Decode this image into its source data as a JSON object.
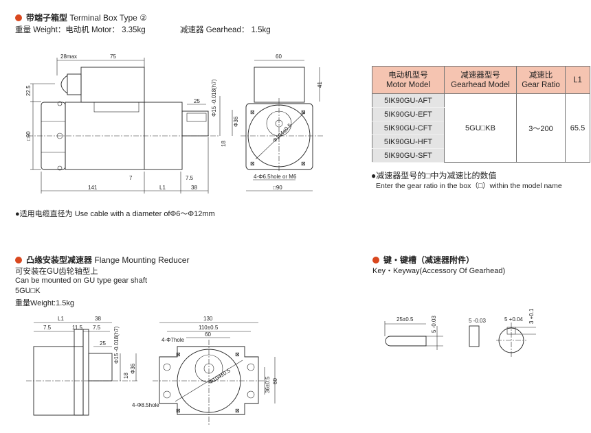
{
  "accent_color": "#d9481f",
  "header_color": "#f5c4b1",
  "section1": {
    "title_cn": "带端子箱型",
    "title_en": "Terminal Box Type ②",
    "weight_line": "重量 Weight：电动机 Motor： 3.35kg",
    "gearhead_weight": "减速器 Gearhead： 1.5kg",
    "cable_note": "●适用电缆直径为 Use cable with a diameter ofΦ6～Φ12mm",
    "dims": {
      "d28max": "28max",
      "d75": "75",
      "d22_5": "22.5",
      "d90sq": "□90",
      "d141": "141",
      "dL1": "L1",
      "d38": "38",
      "d7": "7",
      "d7_5": "7.5",
      "d25": "25",
      "dphi15": "Φ15 -0.018(h7)",
      "dphi36": "Φ36",
      "d18": "18",
      "d60": "60",
      "d41": "41",
      "dphi104": "Φ104±0.5",
      "holes": "4-Φ6.5hole or M6",
      "d90sq_front": "□90"
    }
  },
  "table": {
    "headers": [
      {
        "cn": "电动机型号",
        "en": "Motor Model"
      },
      {
        "cn": "减速器型号",
        "en": "Gearhead Model"
      },
      {
        "cn": "减速比",
        "en": "Gear Ratio"
      },
      {
        "cn": "",
        "en": "L1"
      }
    ],
    "motor_models": [
      "5IK90GU-AFT",
      "5IK90GU-EFT",
      "5IK90GU-CFT",
      "5IK90GU-HFT",
      "5IK90GU-SFT"
    ],
    "gearhead_model": "5GU□KB",
    "gear_ratio": "3～200",
    "l1": "65.5",
    "note_cn": "●减速器型号的□中为减速比的数值",
    "note_en": "Enter the gear ratio in the box（□）within the model name"
  },
  "section2": {
    "title_cn": "凸缘安装型减速器",
    "title_en": "Flange Mounting Reducer",
    "line1": "可安装在GU齿轮轴型上",
    "line2": "Can be mounted on GU type gear shaft",
    "line3": "5GU□K",
    "line4": "重量Weight:1.5kg",
    "dims": {
      "dL1": "L1",
      "d38": "38",
      "d7_5a": "7.5",
      "d11_5": "11.5",
      "d7_5b": "7.5",
      "d25": "25",
      "dphi15": "Φ15 -0.018(h7)",
      "d18": "18",
      "dphi36": "Φ36",
      "d130": "130",
      "d110": "110±0.5",
      "d60": "60",
      "holes7": "4-Φ7hole",
      "dphi104": "Φ104±0.5",
      "d36": "36±0.5",
      "d60v": "60",
      "holes85": "4-Φ8.5hole"
    }
  },
  "section3": {
    "title_cn": "键・键槽（减速器附件）",
    "title_en": "Key・Keyway(Accessory Of Gearhead)",
    "dims": {
      "d25": "25±0.5",
      "d5a": "5 -0.03",
      "d5b": "5 -0.03",
      "d5c": "5 +0.04",
      "d3": "3 +0.1"
    }
  }
}
